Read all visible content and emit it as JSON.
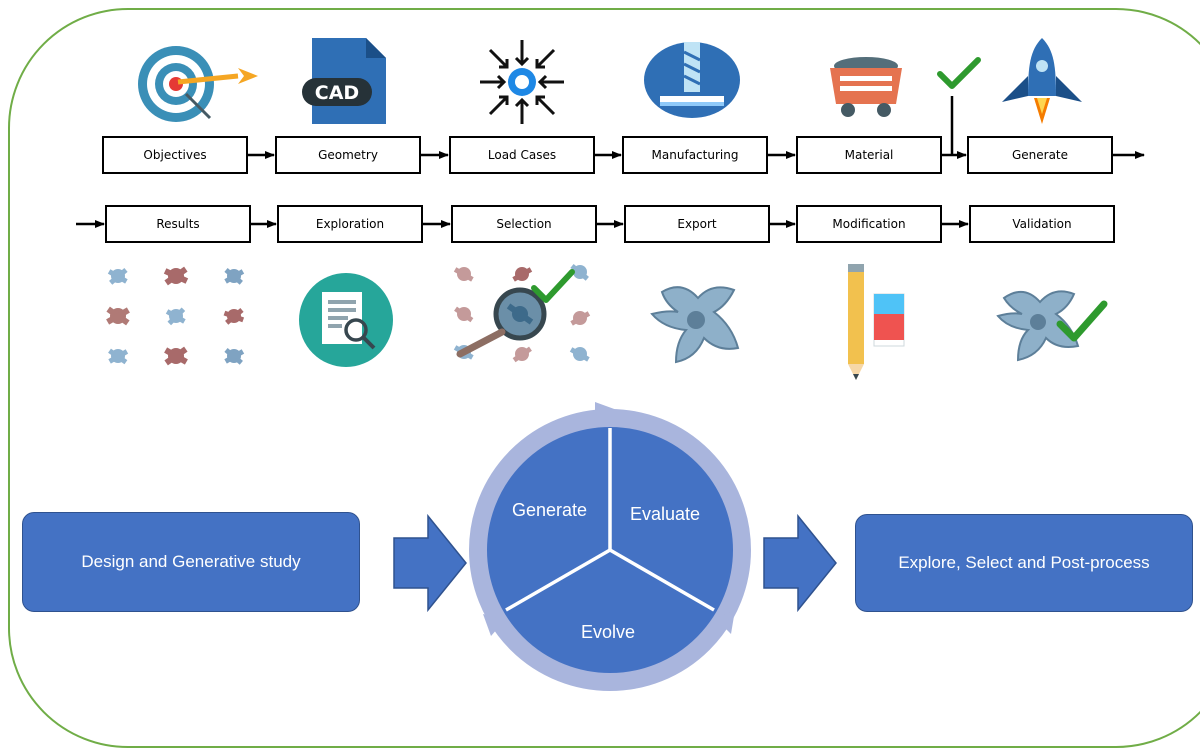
{
  "row1_steps": [
    "Objectives",
    "Geometry",
    "Load Cases",
    "Manufacturing",
    "Material",
    "Generate"
  ],
  "row2_steps": [
    "Results",
    "Exploration",
    "Selection",
    "Export",
    "Modification",
    "Validation"
  ],
  "icons": {
    "cad_text": "CAD"
  },
  "phases": {
    "design": "Design and Generative study",
    "explore": "Explore, Select and Post-process"
  },
  "cycle": {
    "generate": "Generate",
    "evaluate": "Evaluate",
    "evolve": "Evolve"
  },
  "colors": {
    "frame": "#70ad47",
    "box_blue": "#4472c4",
    "ring": "#a9b5dd",
    "check_green": "#2e9a2e"
  }
}
